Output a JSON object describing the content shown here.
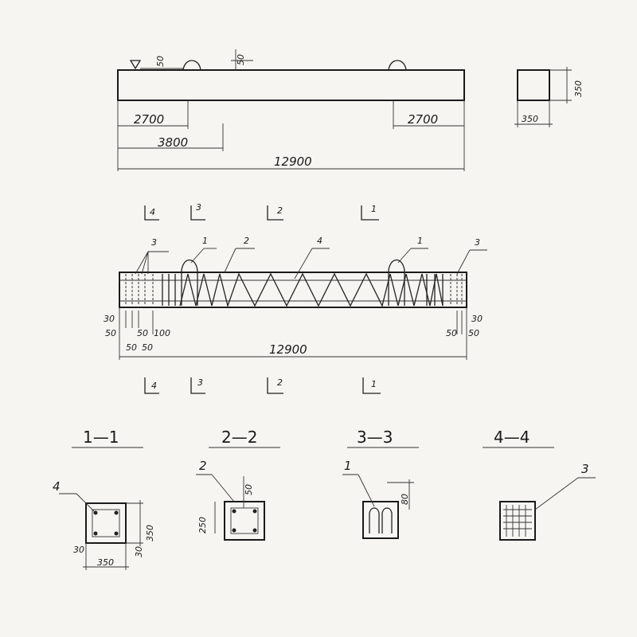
{
  "elevation": {
    "overall_length": "12900",
    "end_offset_left": "2700",
    "end_offset_right": "2700",
    "inner_offset": "3800",
    "loop_height_left": "50",
    "loop_height_mid": "50"
  },
  "end_view": {
    "width": "350",
    "height": "350"
  },
  "section_marks": [
    "4",
    "3",
    "2",
    "1"
  ],
  "reinforcement": {
    "callouts": [
      "3",
      "1",
      "2",
      "4",
      "1",
      "3"
    ],
    "overall_length": "12900",
    "left_spacing": [
      "30",
      "50",
      "50",
      "100",
      "50",
      "50"
    ],
    "right_spacing": [
      "30",
      "50",
      "50"
    ]
  },
  "sections": [
    {
      "title": "1—1",
      "callout": "4",
      "width": "350",
      "height": "350",
      "cover_a": "30",
      "cover_b": "30"
    },
    {
      "title": "2—2",
      "callout": "2",
      "dim_a": "250",
      "dim_b": "50"
    },
    {
      "title": "3—3",
      "callout": "1",
      "dim_a": "80"
    },
    {
      "title": "4—4",
      "callout": "3"
    }
  ]
}
